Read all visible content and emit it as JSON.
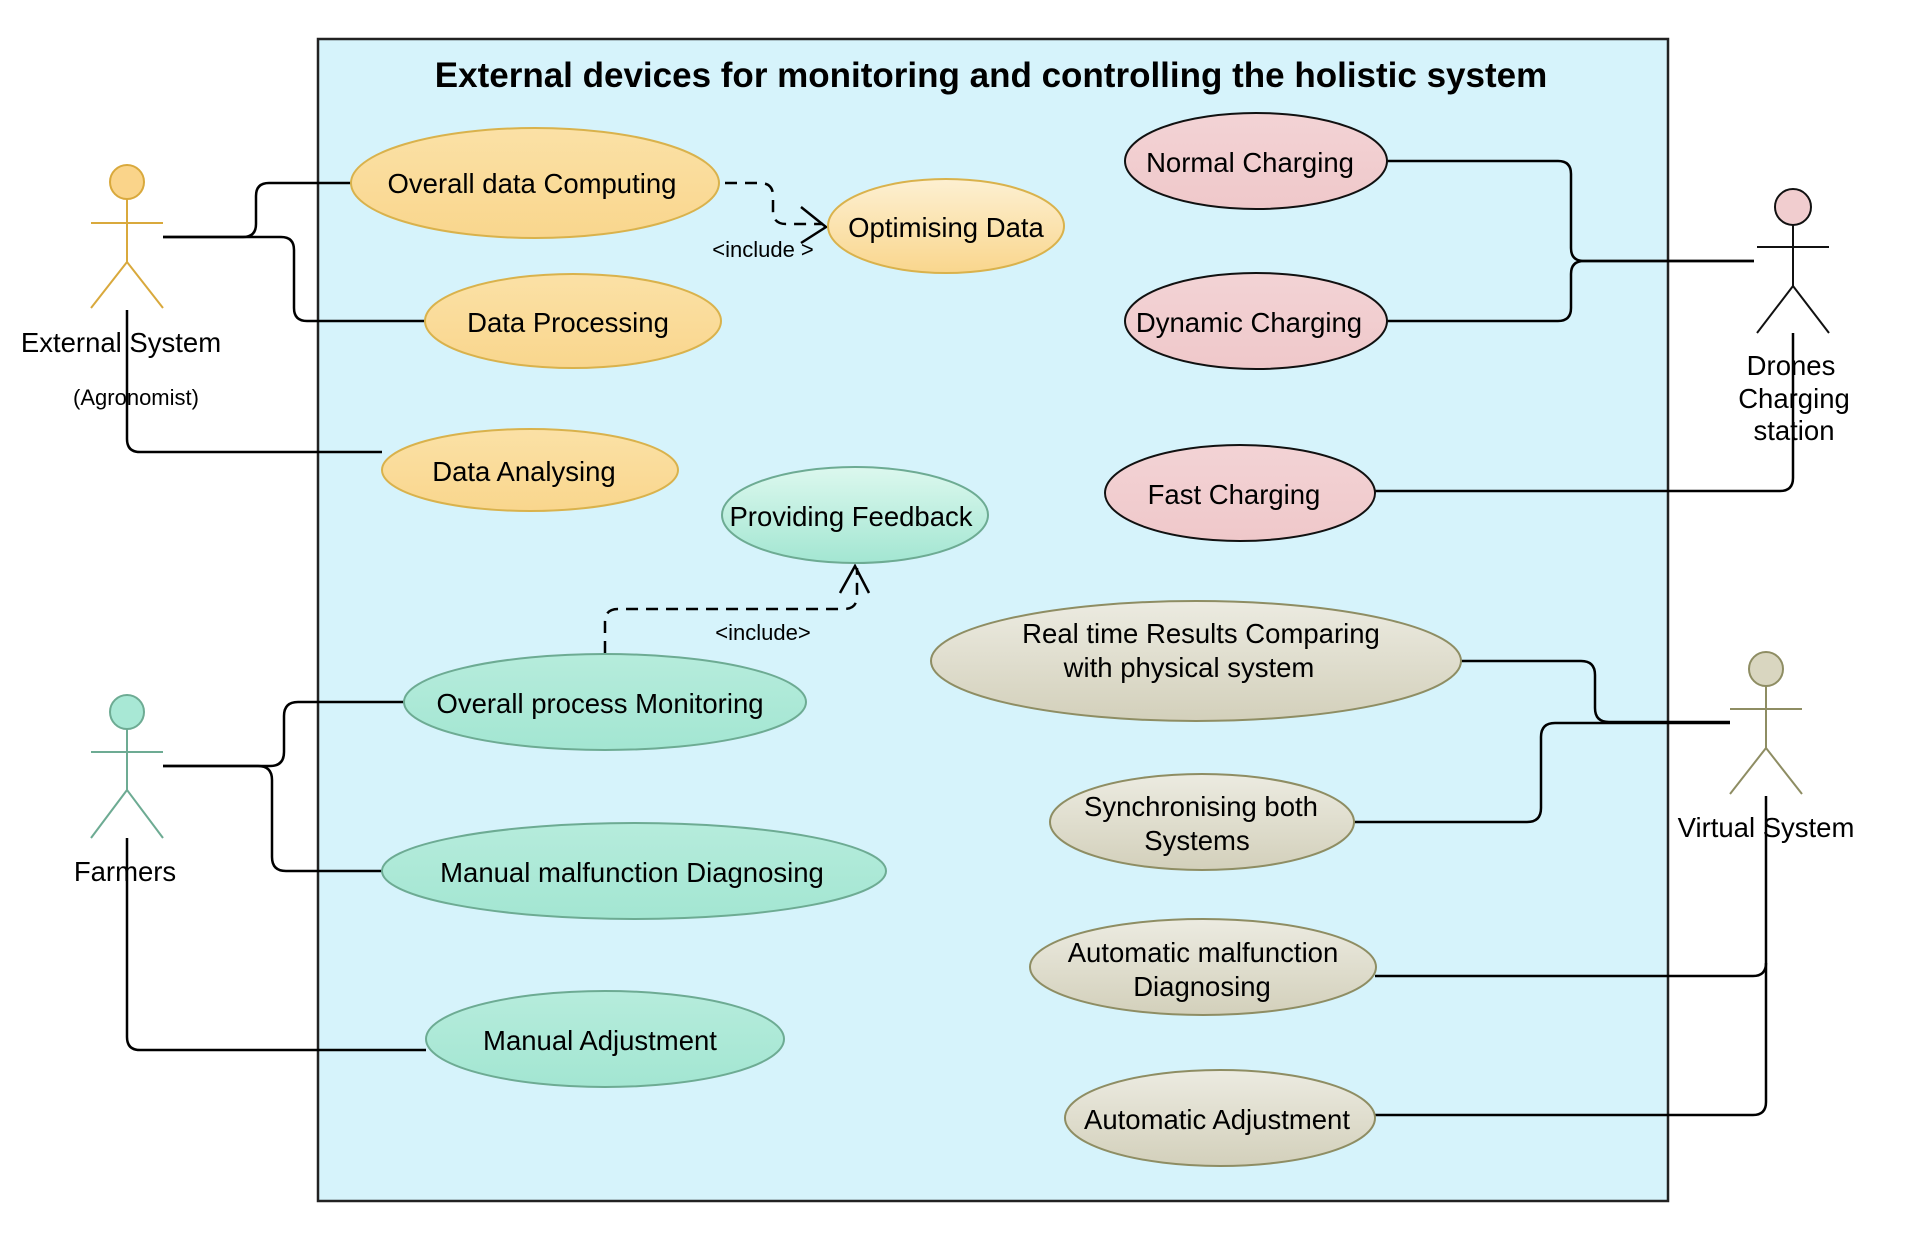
{
  "title": "External devices for monitoring  and controlling  the holistic system",
  "colors": {
    "system_background": "#d6f3fb",
    "system_border": "#222222",
    "orange_fill": "#fad893",
    "orange_stroke": "#d9b24c",
    "pink_fill": "#f1cdcf",
    "pink_stroke": "#111111",
    "green_fill": "#a8e8d5",
    "green_stroke": "#6dab93",
    "beige_fill": "#dcd9c6",
    "beige_stroke": "#8e8d63"
  },
  "actors": {
    "external_system": {
      "name": "External System",
      "role": "(Agronomist)",
      "color": "#fad48a",
      "stroke": "#d9a93c"
    },
    "drones": {
      "name": "Drones",
      "line2": "Charging",
      "line3": "station",
      "color": "#f1cdcf",
      "stroke": "#111111"
    },
    "farmers": {
      "name": "Farmers",
      "color": "#a8e8d5",
      "stroke": "#6dab93"
    },
    "virtual_system": {
      "name": "Virtual System",
      "color": "#d9d6c0",
      "stroke": "#8e8d63"
    }
  },
  "use_cases": {
    "overall_data_computing": {
      "label": "Overall data Computing"
    },
    "optimising_data": {
      "label": "Optimising Data"
    },
    "data_processing": {
      "label": "Data Processing"
    },
    "data_analysing": {
      "label": "Data Analysing"
    },
    "normal_charging": {
      "label": "Normal Charging"
    },
    "dynamic_charging": {
      "label": "Dynamic Charging"
    },
    "fast_charging": {
      "label": "Fast Charging"
    },
    "providing_feedback": {
      "label": "Providing Feedback"
    },
    "overall_process_monitoring": {
      "label": "Overall process Monitoring"
    },
    "manual_malfunction_diagnosing": {
      "label": "Manual malfunction Diagnosing"
    },
    "manual_adjustment": {
      "label": "Manual Adjustment"
    },
    "real_time_results_comparing": {
      "line1": "Real time Results Comparing",
      "line2": "with physical system"
    },
    "synchronising_both_systems": {
      "line1": "Synchronising both",
      "line2": "Systems"
    },
    "automatic_malfunction_diagnosing": {
      "line1": "Automatic malfunction",
      "line2": "Diagnosing"
    },
    "automatic_adjustment": {
      "label": "Automatic Adjustment"
    }
  },
  "includes": {
    "data_include": "<include >",
    "feedback_include": "<include>"
  }
}
